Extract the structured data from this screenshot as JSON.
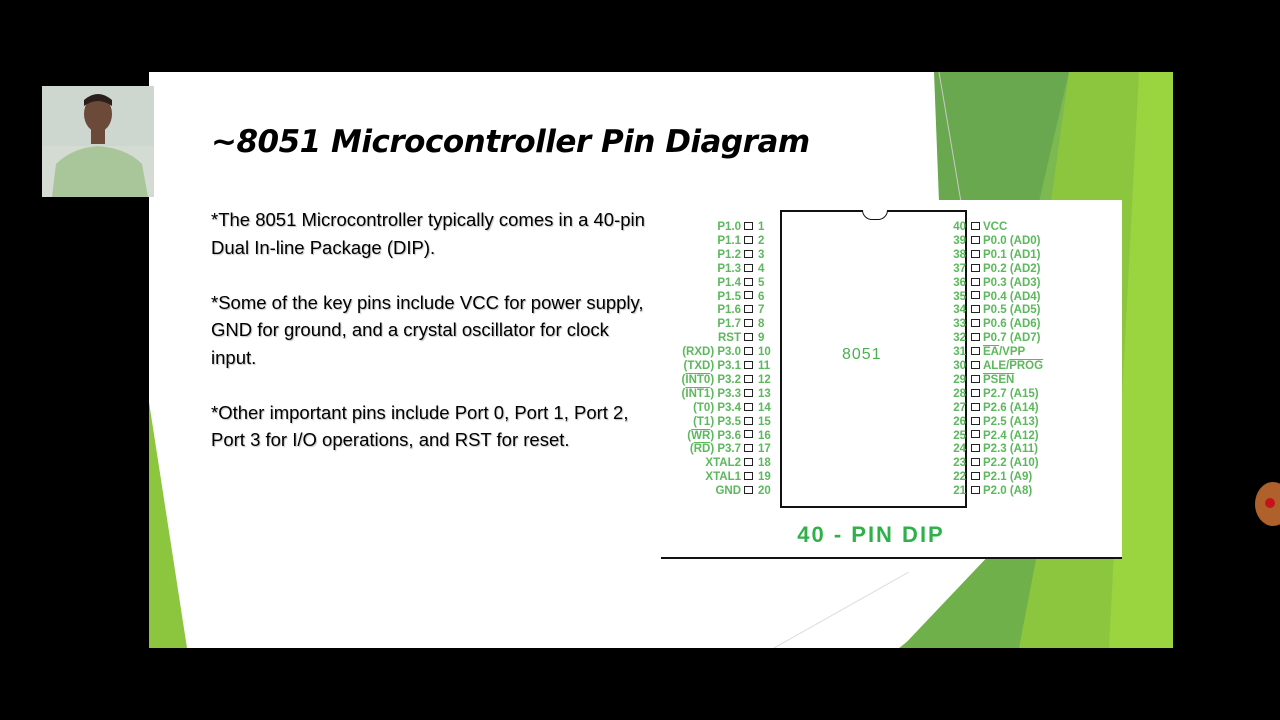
{
  "slide": {
    "title": "~8051 Microcontroller Pin Diagram",
    "paragraphs": [
      "*The 8051 Microcontroller typically comes in a 40-pin Dual In-line Package (DIP).",
      "*Some of the key pins include VCC for power supply, GND for ground, and a crystal oscillator for clock input.",
      "*Other important pins include Port 0, Port 1, Port 2, Port 3 for I/O operations, and RST for reset."
    ],
    "diagram": {
      "chip_label": "8051",
      "caption": "40 - PIN DIP",
      "left_pins": [
        {
          "num": "1",
          "label": "P1.0"
        },
        {
          "num": "2",
          "label": "P1.1"
        },
        {
          "num": "3",
          "label": "P1.2"
        },
        {
          "num": "4",
          "label": "P1.3"
        },
        {
          "num": "5",
          "label": "P1.4"
        },
        {
          "num": "6",
          "label": "P1.5"
        },
        {
          "num": "7",
          "label": "P1.6"
        },
        {
          "num": "8",
          "label": "P1.7"
        },
        {
          "num": "9",
          "label": "RST"
        },
        {
          "num": "10",
          "label": "(RXD) P3.0"
        },
        {
          "num": "11",
          "label": "(TXD) P3.1"
        },
        {
          "num": "12",
          "label": "(INT0) P3.2"
        },
        {
          "num": "13",
          "label": "(INT1) P3.3"
        },
        {
          "num": "14",
          "label": "(T0) P3.4"
        },
        {
          "num": "15",
          "label": "(T1) P3.5"
        },
        {
          "num": "16",
          "label": "(WR) P3.6"
        },
        {
          "num": "17",
          "label": "(RD) P3.7"
        },
        {
          "num": "18",
          "label": "XTAL2"
        },
        {
          "num": "19",
          "label": "XTAL1"
        },
        {
          "num": "20",
          "label": "GND"
        }
      ],
      "right_pins": [
        {
          "num": "40",
          "label": "VCC"
        },
        {
          "num": "39",
          "label": "P0.0 (AD0)"
        },
        {
          "num": "38",
          "label": "P0.1 (AD1)"
        },
        {
          "num": "37",
          "label": "P0.2 (AD2)"
        },
        {
          "num": "36",
          "label": "P0.3 (AD3)"
        },
        {
          "num": "35",
          "label": "P0.4 (AD4)"
        },
        {
          "num": "34",
          "label": "P0.5 (AD5)"
        },
        {
          "num": "33",
          "label": "P0.6 (AD6)"
        },
        {
          "num": "32",
          "label": "P0.7 (AD7)"
        },
        {
          "num": "31",
          "label": "EA/VPP"
        },
        {
          "num": "30",
          "label": "ALE/PROG"
        },
        {
          "num": "29",
          "label": "PSEN"
        },
        {
          "num": "28",
          "label": "P2.7 (A15)"
        },
        {
          "num": "27",
          "label": "P2.6 (A14)"
        },
        {
          "num": "26",
          "label": "P2.5 (A13)"
        },
        {
          "num": "25",
          "label": "P2.4 (A12)"
        },
        {
          "num": "24",
          "label": "P2.3 (A11)"
        },
        {
          "num": "23",
          "label": "P2.2 (A10)"
        },
        {
          "num": "22",
          "label": "P2.1 (A9)"
        },
        {
          "num": "21",
          "label": "P2.0 (A8)"
        }
      ]
    }
  },
  "colors": {
    "accent_green": "#8cc63f",
    "dark_green": "#6aa84f",
    "pin_text": "#5cb85c",
    "caption_green": "#2eb14a"
  },
  "overlay": {
    "webcam": "presenter-webcam",
    "record_indicator": "record-indicator"
  }
}
